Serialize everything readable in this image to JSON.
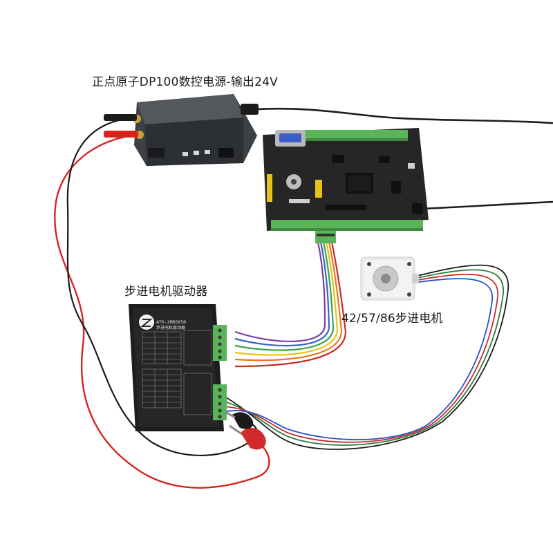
{
  "captions": {
    "power_supply": "正点原子DP100数控电源-输出24V",
    "driver": "步进电机驱动器",
    "motor": "42/57/86步进电机"
  },
  "driver_panel": {
    "model": "ATK-2MD5050",
    "title": "步进电机驱动器"
  },
  "colors": {
    "background": "#ffffff",
    "red_wire": "#d9231d",
    "black_wire": "#1b1b1b",
    "pcb": "#222222",
    "terminal_green": "#5ab45a",
    "clip_red": "#d22a2a",
    "ribbon": [
      "#7b3fa0",
      "#3a63c8",
      "#3aa34a",
      "#e8c21a",
      "#e87a1a",
      "#c92a2a"
    ]
  }
}
